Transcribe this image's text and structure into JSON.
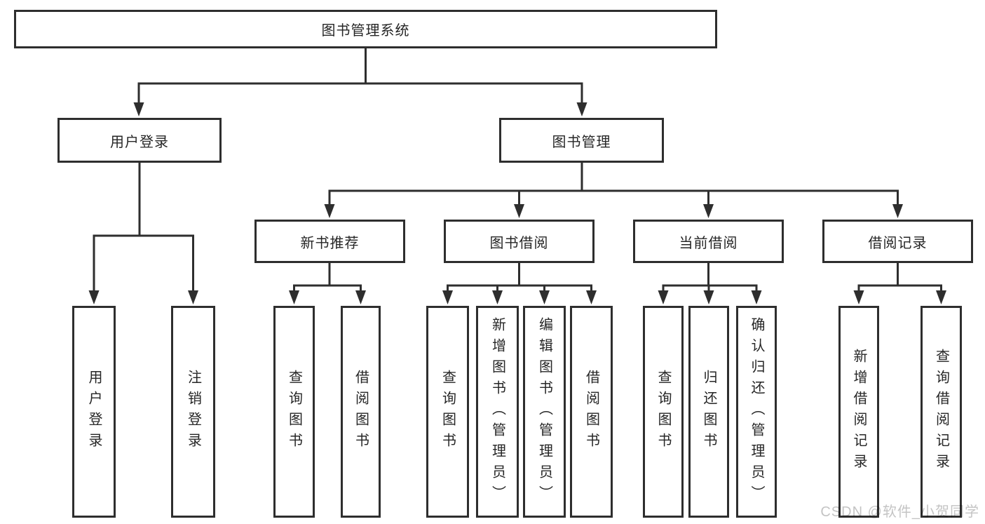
{
  "diagram": {
    "root": {
      "label": "图书管理系统"
    },
    "level2": [
      {
        "label": "用户登录"
      },
      {
        "label": "图书管理"
      }
    ],
    "level3": [
      {
        "label": "新书推荐"
      },
      {
        "label": "图书借阅"
      },
      {
        "label": "当前借阅"
      },
      {
        "label": "借阅记录"
      }
    ],
    "leaves": {
      "user_login": [
        "用户登录",
        "注销登录"
      ],
      "new_book": [
        "查询图书",
        "借阅图书"
      ],
      "borrow": [
        "查询图书",
        "新增图书（管理员）",
        "编辑图书（管理员）",
        "借阅图书"
      ],
      "current": [
        "查询图书",
        "归还图书",
        "确认归还（管理员）"
      ],
      "records": [
        "新增借阅记录",
        "查询借阅记录"
      ]
    }
  },
  "watermark": "CSDN @软件_小贺同学",
  "colors": {
    "border": "#2e2e2e",
    "text": "#262626",
    "watermark": "#c4c4c4",
    "background": "#ffffff"
  }
}
